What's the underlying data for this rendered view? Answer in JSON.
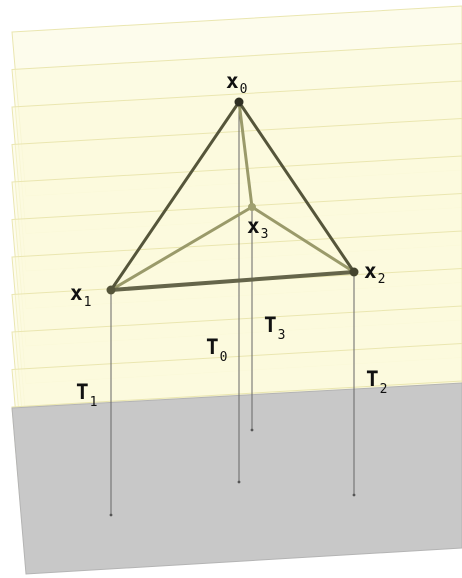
{
  "labels": {
    "x0": {
      "main": "x",
      "sub": "0"
    },
    "x1": {
      "main": "x",
      "sub": "1"
    },
    "x2": {
      "main": "x",
      "sub": "2"
    },
    "x3": {
      "main": "x",
      "sub": "3"
    },
    "T0": {
      "main": "T",
      "sub": "0"
    },
    "T1": {
      "main": "T",
      "sub": "1"
    },
    "T2": {
      "main": "T",
      "sub": "2"
    },
    "T3": {
      "main": "T",
      "sub": "3"
    }
  },
  "colors": {
    "background": "#ffffff",
    "layer_fill": "#fbf9dc",
    "layer_edge": "#eae6b0",
    "base_plane": "#c8c8c8",
    "tetra_edge": "#5a5a3a",
    "back_edge": "#8a8a5a",
    "vertex": "#3a3a2a",
    "drop_line": "#666666",
    "text": "#111111"
  },
  "layer_count": 11
}
